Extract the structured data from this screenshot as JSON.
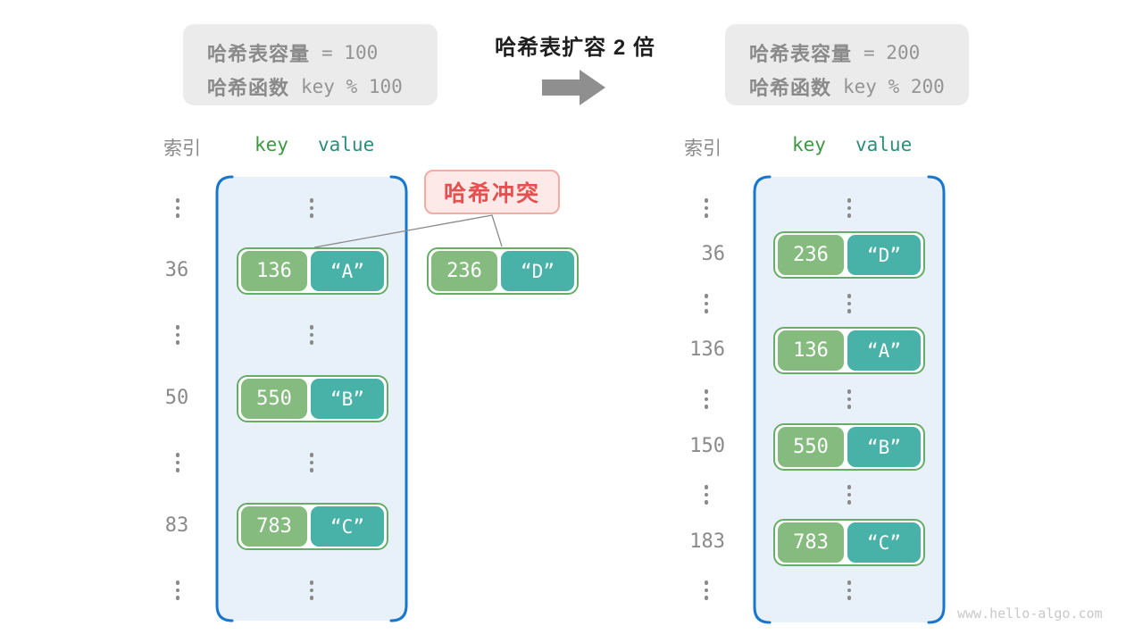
{
  "colors": {
    "table_fill": "#E8F1FA",
    "table_border": "#1776CE",
    "key_fill": "#85BB7E",
    "value_fill": "#48B1A8",
    "pair_border": "#67AC67",
    "key_header": "#3E9742",
    "value_header": "#2E8C7D",
    "gray_text": "#8A8A8A",
    "info_fill": "#EBEBEB",
    "collision_fill": "#FDEAE8",
    "collision_border": "#F2ABA5",
    "collision_text": "#E55050",
    "arrow": "#8F8F8F",
    "line": "#8A8A8A",
    "title": "#1F1F1F",
    "watermark": "#C8C8C8"
  },
  "before": {
    "info": {
      "line1_label": "哈希表容量",
      "line1_value": "= 100",
      "line2_label": "哈希函数",
      "line2_value": "key % 100"
    },
    "header": {
      "index": "索引",
      "key": "key",
      "value": "value"
    },
    "indices": [
      "36",
      "50",
      "83"
    ],
    "entries": [
      {
        "key": "136",
        "value": "“A”"
      },
      {
        "key": "550",
        "value": "“B”"
      },
      {
        "key": "783",
        "value": "“C”"
      }
    ]
  },
  "after": {
    "info": {
      "line1_label": "哈希表容量",
      "line1_value": "= 200",
      "line2_label": "哈希函数",
      "line2_value": "key % 200"
    },
    "header": {
      "index": "索引",
      "key": "key",
      "value": "value"
    },
    "indices": [
      "36",
      "136",
      "150",
      "183"
    ],
    "entries": [
      {
        "key": "236",
        "value": "“D”"
      },
      {
        "key": "136",
        "value": "“A”"
      },
      {
        "key": "550",
        "value": "“B”"
      },
      {
        "key": "783",
        "value": "“C”"
      }
    ]
  },
  "center": {
    "title": "哈希表扩容 2 倍"
  },
  "collision": {
    "label": "哈希冲突",
    "entry": {
      "key": "236",
      "value": "“D”"
    }
  },
  "watermark": "www.hello-algo.com"
}
